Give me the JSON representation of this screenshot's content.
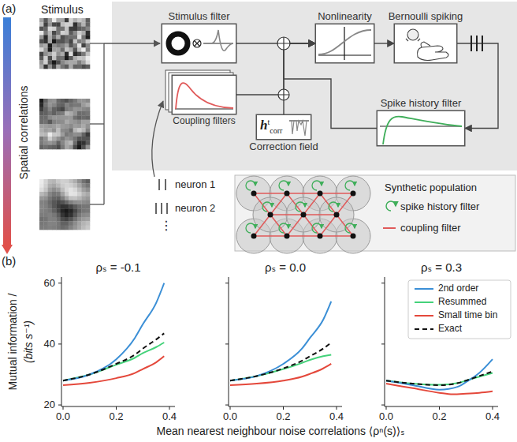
{
  "diagram": {
    "nodes": [
      {
        "text": [
          "Stimulus filter"
        ]
      },
      {
        "text": [
          "Nonlinearity"
        ]
      },
      {
        "text": [
          "Bernoulli spiking"
        ]
      },
      {
        "text": [
          "Coupling filters"
        ]
      },
      {
        "text": [
          "h",
          "t",
          "corr",
          "Correction field"
        ]
      },
      {
        "text": [
          "Spike history filter"
        ]
      }
    ],
    "edges": [
      {
        "from": 0,
        "to": 1,
        "arrow": "to"
      },
      {
        "from": 1,
        "to": 2,
        "arrow": "to"
      },
      {
        "from": 2,
        "to": 5,
        "arrow": "to"
      },
      {
        "from": 5,
        "to": 1,
        "arrow": "to"
      },
      {
        "from": 3,
        "to": 1,
        "arrow": "to"
      },
      {
        "from": 4,
        "to": 1,
        "arrow": "to"
      }
    ],
    "labels": [
      "(a)",
      "Stimulus",
      "Spatial correlations",
      "neuron 1",
      "neuron 2",
      "⋮",
      "(b)",
      "Mutual information /",
      "(bits s⁻¹)",
      "60",
      "40",
      "20",
      "ρₛ = -0.1",
      "ρₛ = 0.0",
      "ρₛ = 0.3",
      "0.0",
      "0.2",
      "0.4",
      "0.0",
      "0.2",
      "0.4",
      "0.0",
      "0.2",
      "0.4",
      "Mean nearest neighbour noise correlations ⟨ρⁿ(s)⟩ₛ",
      "Synthetic population"
    ],
    "legend": [
      {
        "text": "spike history filter"
      },
      {
        "text": "coupling filter"
      },
      {
        "text": "2nd order",
        "color": "#3b8fd6"
      },
      {
        "text": "Resummed",
        "color": "#44d27a"
      },
      {
        "text": "Small time bin",
        "color": "#e4483b"
      },
      {
        "text": "Exact"
      }
    ]
  }
}
